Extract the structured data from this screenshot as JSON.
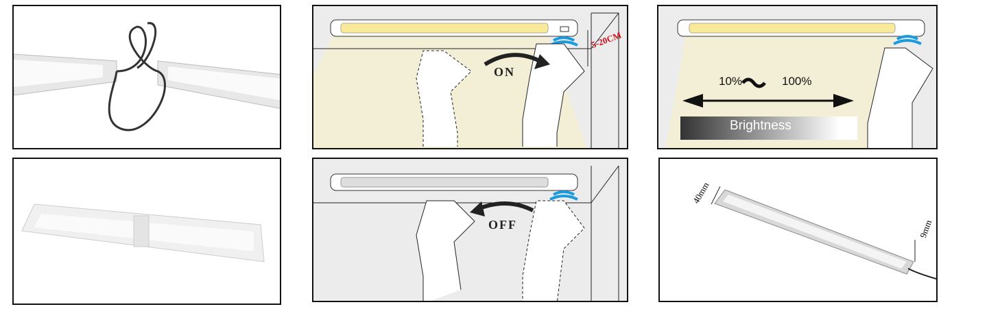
{
  "panels": {
    "connector": {},
    "sensor_on": {
      "action_label": "ON",
      "distance_label": "5-20CM"
    },
    "dimming": {
      "range_min": "10%",
      "range_max": "100%",
      "bar_label": "Brightness"
    },
    "joined_bars": {},
    "sensor_off": {
      "action_label": "OFF"
    },
    "dimensions": {
      "width_label": "40mm",
      "height_label": "9mm"
    }
  },
  "colors": {
    "light": "#f7f0c8",
    "lamp": "#fbe99a",
    "sensor_wave": "#1a9be0",
    "distance": "#d0101a",
    "wall": "#ececec"
  }
}
